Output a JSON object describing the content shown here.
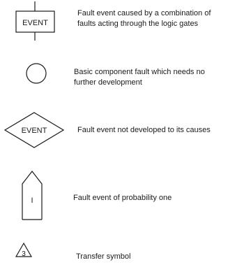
{
  "legend": {
    "items": [
      {
        "symbol": "rectangle-event",
        "symbol_text": "EVENT",
        "lines": [
          "Fault  event  caused by a combination  of",
          "faults  acting  through  the  logic gates"
        ]
      },
      {
        "symbol": "circle",
        "symbol_text": "",
        "lines": [
          "Basic  component  fault  which  needs  no",
          "further  development"
        ]
      },
      {
        "symbol": "diamond-event",
        "symbol_text": "EVENT",
        "lines": [
          "Fault  event  not  developed  to  its  causes"
        ]
      },
      {
        "symbol": "house",
        "symbol_text": "I",
        "lines": [
          "Fault  event  of  probability  one"
        ]
      },
      {
        "symbol": "triangle-transfer",
        "symbol_text": "3",
        "lines": [
          "Transfer   symbol"
        ]
      }
    ]
  }
}
